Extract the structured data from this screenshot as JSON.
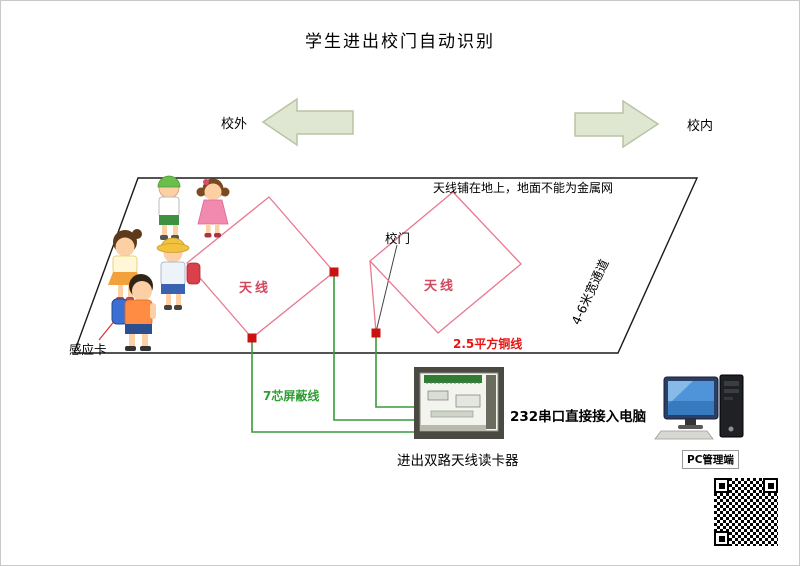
{
  "title": "学生进出校门自动识别",
  "directions": {
    "outside": "校外",
    "inside": "校内"
  },
  "lane": {
    "ground_note": "天线铺在地上，地面不能为金属网",
    "gate": "校门",
    "channel_width": "4-6米宽通道",
    "antenna": "天线",
    "copper_wire": "2.5平方铜线",
    "shielded_cable": "7芯屏蔽线",
    "induction_card": "感应卡"
  },
  "equipment": {
    "reader": "进出双路天线读卡器",
    "serial_link": "232串口直接接入电脑",
    "pc": "PC管理端"
  },
  "colors": {
    "antenna_loop": "#e8798f",
    "cable_green": "#3a9a3a",
    "copper_red": "#cc1111",
    "arrow_fill": "#dfe6d2"
  }
}
